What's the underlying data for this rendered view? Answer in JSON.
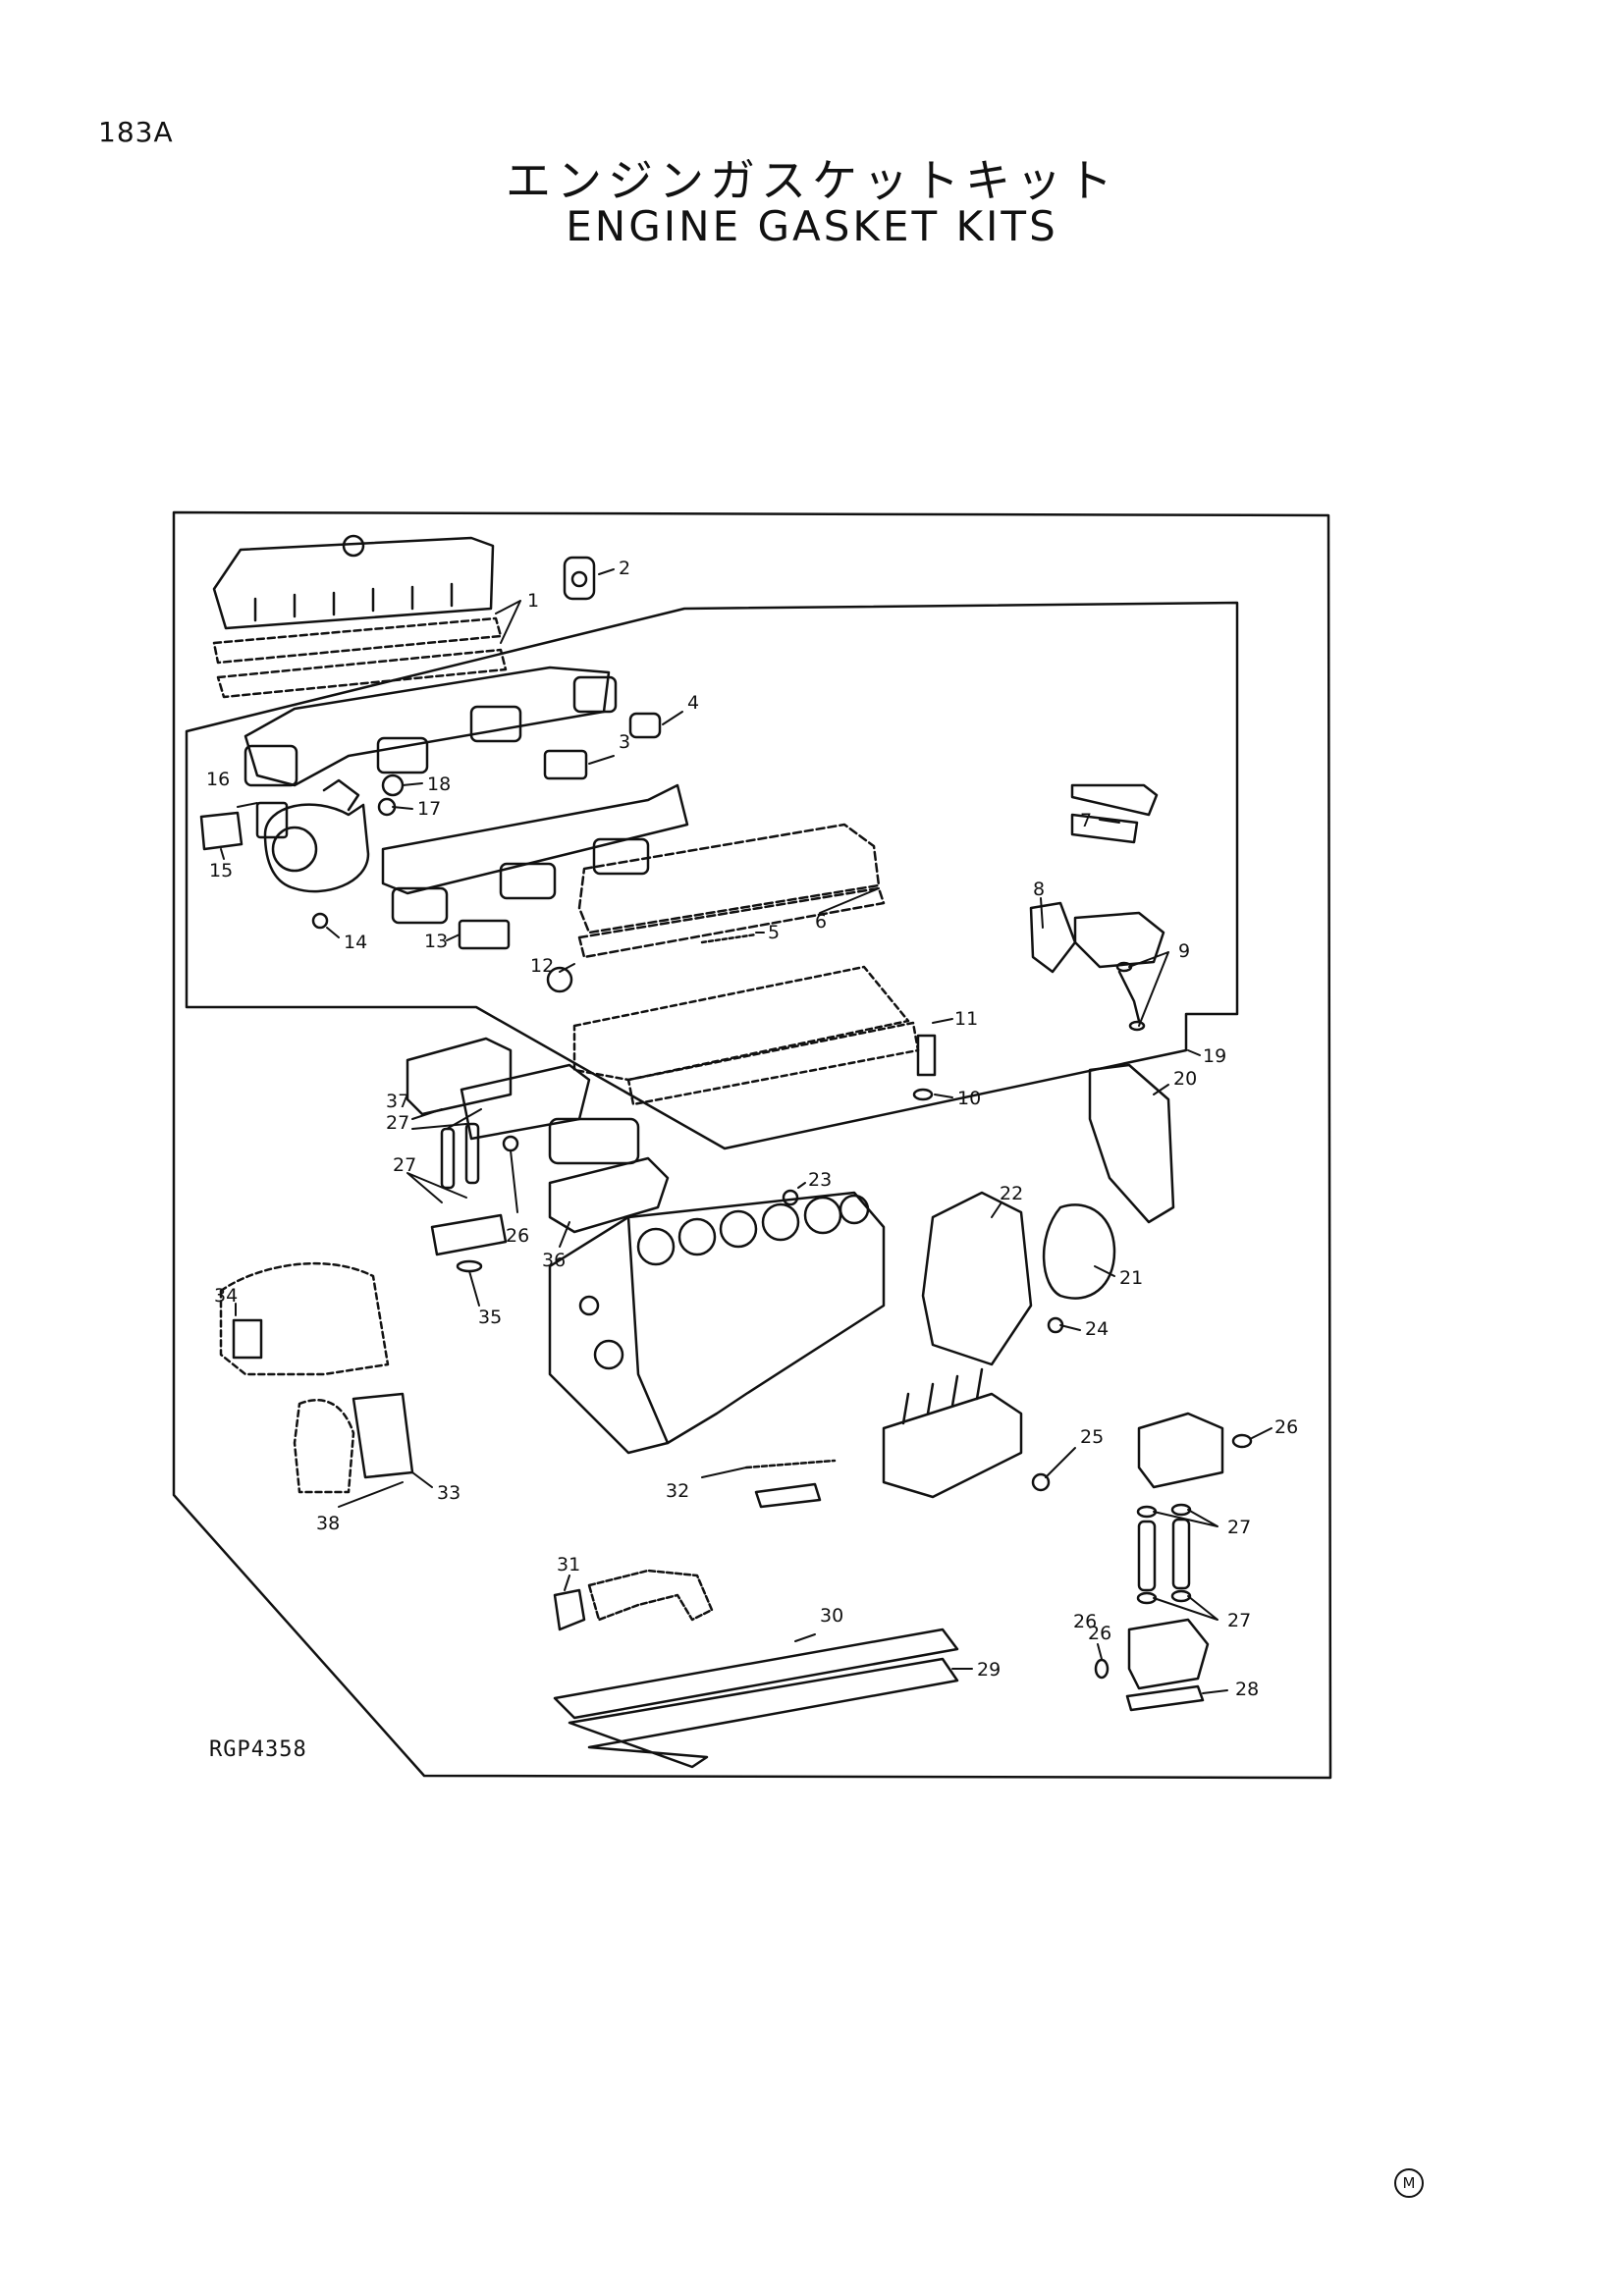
{
  "page": {
    "code": "183A",
    "title_jp": "エンジンガスケットキット",
    "title_en": "ENGINE GASKET KITS",
    "drawing_ref": "RGP4358",
    "mark": "M"
  },
  "callouts": [
    "1",
    "2",
    "3",
    "4",
    "5",
    "6",
    "7",
    "8",
    "9",
    "10",
    "11",
    "12",
    "13",
    "14",
    "15",
    "16",
    "17",
    "18",
    "19",
    "20",
    "21",
    "22",
    "23",
    "24",
    "25",
    "26",
    "26",
    "26",
    "26",
    "27",
    "27",
    "27",
    "27",
    "28",
    "29",
    "30",
    "31",
    "32",
    "33",
    "34",
    "35",
    "36",
    "37",
    "38"
  ]
}
